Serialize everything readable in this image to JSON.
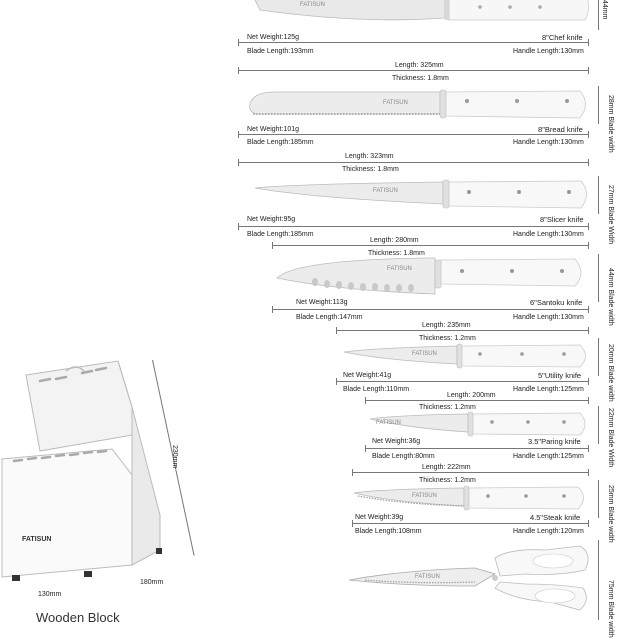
{
  "brand_text": "FATISUN",
  "chef": {
    "weight": "Net Weight:125g",
    "blade": "Blade Length:193mm",
    "name": "8\"Chef knife",
    "handle": "Handle Length:130mm",
    "width": "44mm"
  },
  "bread": {
    "length": "Length: 325mm",
    "thickness": "Thickness: 1.8mm",
    "weight": "Net Weight:101g",
    "blade": "Blade Length:185mm",
    "name": "8\"Bread knife",
    "handle": "Handle Length:130mm",
    "width": "28mm",
    "width_label": "Blade width"
  },
  "slicer": {
    "length": "Length: 323mm",
    "thickness": "Thickness: 1.8mm",
    "weight": "Net Weight:95g",
    "blade": "Blade Length:185mm",
    "name": "8\"Slicer knife",
    "handle": "Handle Length:130mm",
    "width": "27mm",
    "width_label": "Blade Width"
  },
  "santoku": {
    "length": "Length: 280mm",
    "thickness": "Thickness: 1.8mm",
    "weight": "Net Weight:113g",
    "blade": "Blade Length:147mm",
    "name": "6\"Santoku knife",
    "handle": "Handle Length:130mm",
    "width": "44mm",
    "width_label": "Blade width"
  },
  "utility": {
    "length": "Length: 235mm",
    "thickness": "Thickness: 1.2mm",
    "weight": "Net Weight:41g",
    "blade": "Blade Length:110mm",
    "name": "5\"Utility knife",
    "handle": "Handle Length:125mm",
    "width": "20mm",
    "width_label": "Blade width"
  },
  "paring": {
    "length": "Length: 200mm",
    "thickness": "Thickness: 1.2mm",
    "weight": "Net Weight:36g",
    "blade": "Blade Length:80mm",
    "name": "3.5\"Paring knife",
    "handle": "Handle Length:125mm",
    "width": "22mm",
    "width_label": "Blade Width"
  },
  "steak": {
    "length": "Length: 222mm",
    "thickness": "Thickness: 1.2mm",
    "weight": "Net Weight:39g",
    "blade": "Blade Length:108mm",
    "name": "4.5\"Steak knife",
    "handle": "Handle Length:120mm",
    "width": "25mm",
    "width_label": "Blade width"
  },
  "shears": {
    "width": "75mm",
    "width_label": "Blade width"
  },
  "block": {
    "height": "230mm",
    "width": "130mm",
    "depth": "180mm",
    "title": "Wooden Block"
  }
}
